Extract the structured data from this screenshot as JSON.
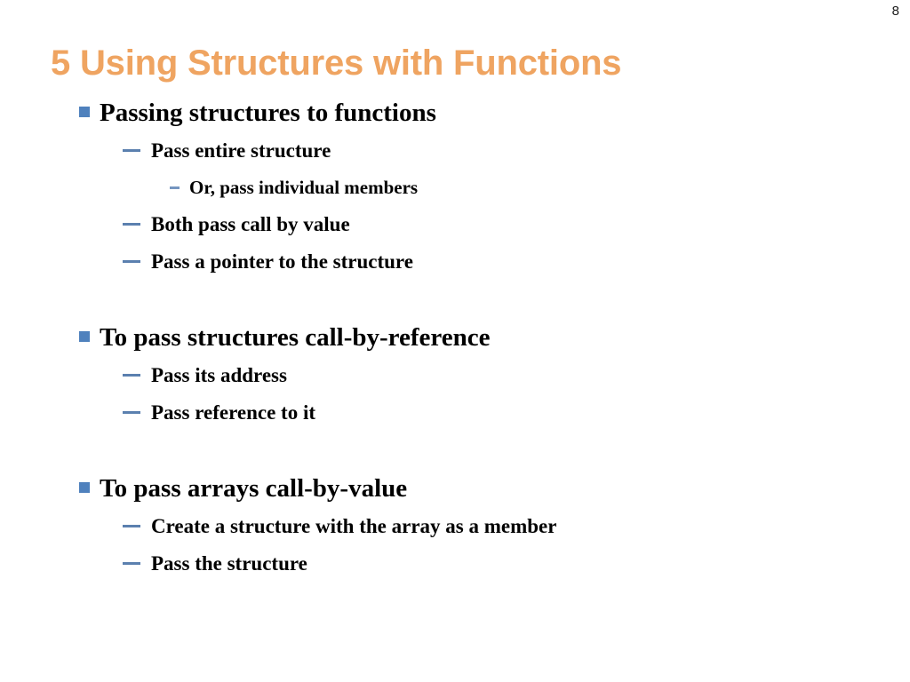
{
  "slide": {
    "page_number": "8",
    "title": "5 Using Structures with Functions",
    "colors": {
      "title": "#efa461",
      "bullet_level1": "#4f81bd",
      "bullet_level2": "#5b80af",
      "bullet_level3": "#7595c0",
      "body_text": "#000000",
      "background": "#ffffff"
    },
    "content": [
      {
        "level": 1,
        "text": "Passing structures to functions"
      },
      {
        "level": 2,
        "text": "Pass entire structure"
      },
      {
        "level": 3,
        "text": "Or, pass individual members"
      },
      {
        "level": 2,
        "text": "Both pass call by value"
      },
      {
        "level": 2,
        "text": "Pass a pointer to the structure"
      },
      {
        "level": 0,
        "text": ""
      },
      {
        "level": 1,
        "text": "To pass structures call-by-reference"
      },
      {
        "level": 2,
        "text": "Pass its address"
      },
      {
        "level": 2,
        "text": "Pass reference to it"
      },
      {
        "level": 0,
        "text": ""
      },
      {
        "level": 1,
        "text": "To pass arrays call-by-value"
      },
      {
        "level": 2,
        "text": "Create a structure with the array as a member"
      },
      {
        "level": 2,
        "text": "Pass the structure"
      }
    ]
  }
}
